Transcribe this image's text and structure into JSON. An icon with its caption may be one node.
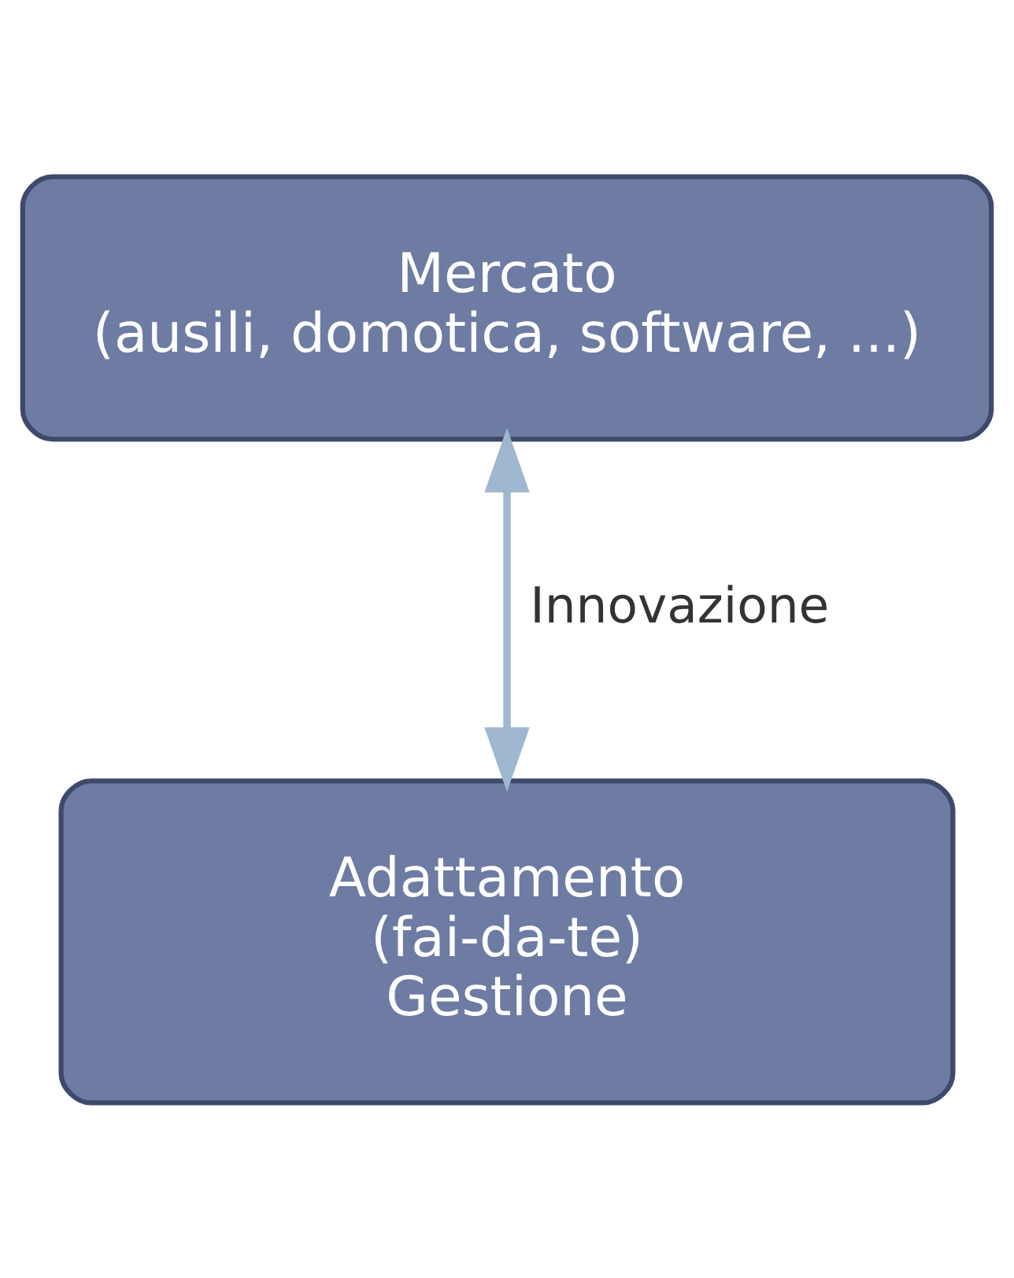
{
  "diagram": {
    "nodes": [
      {
        "text": [
          "Mercato",
          "(ausili, domotica, software, ...)"
        ]
      },
      {
        "text": [
          "Adattamento",
          "(fai-da-te)",
          "Gestione"
        ]
      }
    ],
    "edges": [
      {
        "from": 0,
        "to": 1,
        "arrow": "both",
        "label": "Innovazione"
      }
    ]
  }
}
